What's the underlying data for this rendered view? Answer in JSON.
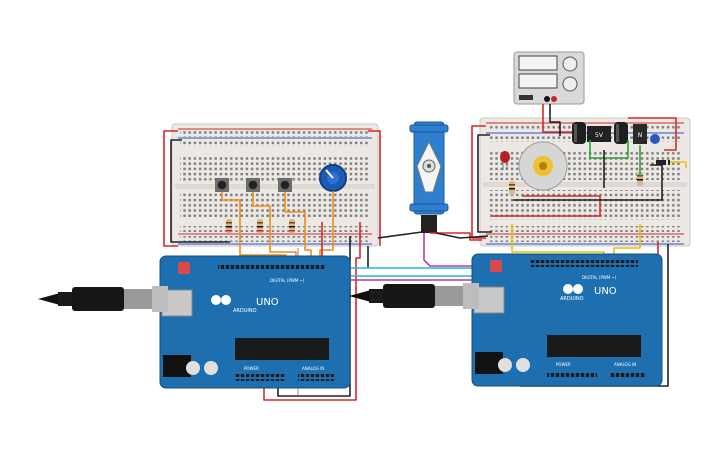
{
  "colors": {
    "breadboard": "#ece9e4",
    "board": "#1e6fb0",
    "wire_red": "#d42a2a",
    "wire_black": "#222222",
    "wire_orange": "#f08c1a",
    "wire_yellow": "#e8c000",
    "wire_cyan": "#29b3d6",
    "wire_purple": "#a23fb0",
    "wire_magenta": "#c03aa8",
    "wire_green": "#2aa23a"
  },
  "boards": [
    {
      "label_uno": "UNO",
      "label_brand": "ARDUINO",
      "label_digital": "DIGITAL (PWM ~)",
      "label_power": "POWER",
      "label_analog": "ANALOG IN"
    },
    {
      "label_uno": "UNO",
      "label_brand": "ARDUINO",
      "label_digital": "DIGITAL (PWM ~)",
      "label_power": "POWER",
      "label_analog": "ANALOG IN"
    }
  ],
  "regulator": {
    "label": "5V"
  },
  "transistor": {
    "label": "N"
  },
  "icons": [
    "usb-cable-icon",
    "servo-icon",
    "potentiometer-icon",
    "pushbutton-icon",
    "dc-motor-icon",
    "power-supply-icon",
    "capacitor-icon",
    "led-icon",
    "resistor-icon"
  ]
}
